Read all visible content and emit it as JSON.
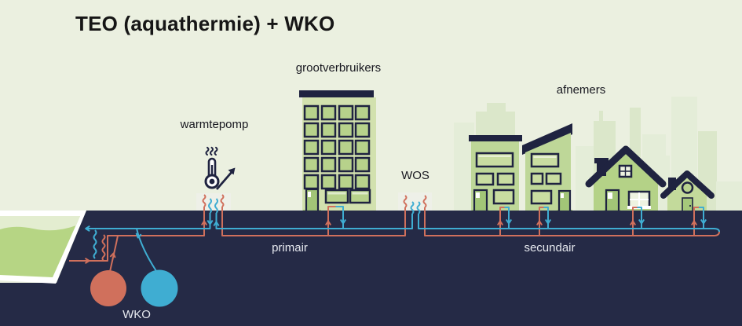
{
  "title": "TEO (aquathermie) + WKO",
  "labels": {
    "warmtepomp": "warmtepomp",
    "grootverbruikers": "grootverbruikers",
    "afnemers": "afnemers",
    "wos": "WOS",
    "primair": "primair",
    "secundair": "secundair",
    "wko": "WKO"
  },
  "icons": {
    "heat_pump": "thermometer-steam-arrow-icon",
    "warm_well": "warm-well-circle",
    "cold_well": "cold-well-circle",
    "heat_exchanger": "zigzag-coil",
    "flow_direction": "chevron-arrow"
  },
  "colors": {
    "background": "#ebf0e0",
    "ground": "#252a46",
    "warm_pipe": "#d0705c",
    "cold_pipe": "#3fadd2",
    "dark_outline": "#1f2340",
    "building_green": "#bed798",
    "water": "#b6d584",
    "box": "#eef0e8",
    "label_light": "#e6e9ef",
    "label_dark": "#17171f"
  }
}
